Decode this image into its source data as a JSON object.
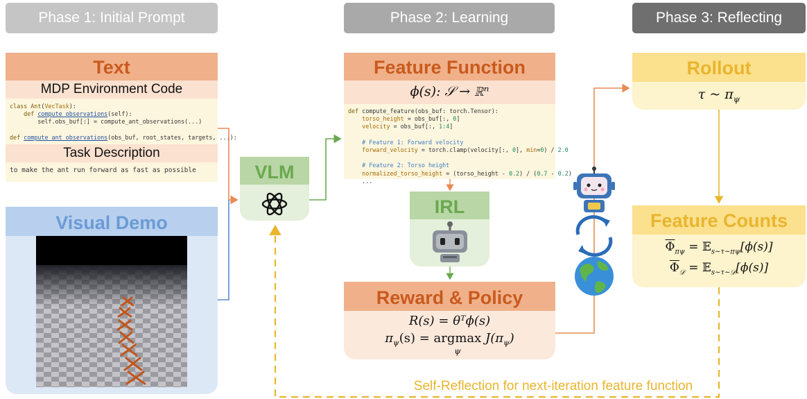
{
  "phases": {
    "p1": "Phase 1: Initial Prompt",
    "p2": "Phase 2: Learning",
    "p3": "Phase 3: Reflecting"
  },
  "text_card": {
    "title": "Text",
    "code_header": "MDP Environment Code",
    "code": [
      "class Ant(VecTask):",
      "    def compute_observations(self):",
      "        self.obs_buf[:] = compute_ant_observations(...)",
      "",
      "def compute_ant_observations(obs_buf, root_states, targets, ...):",
      "    ..."
    ],
    "task_header": "Task Description",
    "task": "to make the ant run forward as fast as possible"
  },
  "visual_demo": {
    "title": "Visual Demo"
  },
  "vlm": {
    "label": "VLM"
  },
  "feature_function": {
    "title": "Feature Function",
    "formula": "ϕ(s): 𝒮 → ℝⁿ",
    "code": [
      "def compute_feature(obs_buf: torch.Tensor):",
      "    torso_height = obs_buf[:, 0]",
      "    velocity = obs_buf[:, 1:4]",
      "",
      "    # Feature 1: Forward velocity",
      "    forward_velocity = torch.clamp(velocity[:, 0], min=0) / 2.0",
      "",
      "    # Feature 2: Torso height",
      "    normalized_torso_height = (torso_height - 0.2) / (0.7 - 0.2)",
      "    ..."
    ]
  },
  "irl": {
    "label": "IRL"
  },
  "reward_policy": {
    "title": "Reward & Policy",
    "formula1": "R(s) = θᵀϕ(s)",
    "formula2_lhs": "π",
    "formula2_sub": "ψ",
    "formula2_mid": "(s) = ",
    "formula2_op": "argmax",
    "formula2_op_sub": "ψ",
    "formula2_rhs": " J(π",
    "formula2_rhs_sub": "ψ",
    "formula2_end": ")"
  },
  "rollout": {
    "title": "Rollout",
    "formula": "τ ~ π",
    "formula_sub": "ψ"
  },
  "feature_counts": {
    "title": "Feature Counts",
    "f1_lhs": "Φ",
    "f1_sub": "πψ",
    "f1_rhs": " = 𝔼",
    "f1_rsub": "s∼τ∼πψ",
    "f1_end": "[ϕ(s)]",
    "f2_lhs": "Φ",
    "f2_sub": "𝒟",
    "f2_rhs": " = 𝔼",
    "f2_rsub": "s∼τ∼𝒟",
    "f2_end": "[ϕ(s)]"
  },
  "reflection": {
    "label": "Self-Reflection for next-iteration feature function"
  },
  "colors": {
    "phase1": "#c5c5c5",
    "phase2": "#a9a9a9",
    "phase3": "#6f6f6f",
    "orange_title": "#c95a1e",
    "orange_header": "#f0b18a",
    "orange_body": "#fbe9dc",
    "blue_title": "#6b9bd6",
    "blue_header": "#b8d0ee",
    "blue_body": "#dde8f6",
    "green_title": "#6aa84f",
    "green_header": "#b9d6a6",
    "green_body": "#e4efdc",
    "yellow_title": "#e9b52e",
    "yellow_header": "#fbe08d",
    "yellow_body": "#fdf3cd",
    "arrow_orange": "#e88a55",
    "arrow_blue": "#5b8ad1",
    "arrow_green": "#6aa84f",
    "arrow_yellow": "#e9b52e"
  }
}
